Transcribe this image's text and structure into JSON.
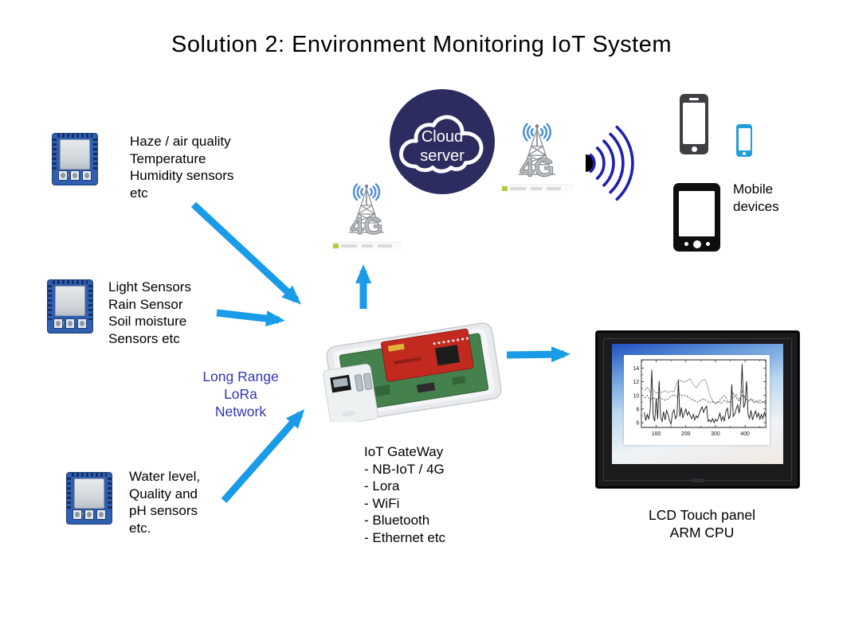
{
  "title": "Solution 2: Environment Monitoring IoT System",
  "colors": {
    "arrow_blue": "#1a9be8",
    "lora_text_blue": "#3434b8",
    "cloud_navy": "#2c2c60",
    "radio_arc_blue": "#1f1fb0",
    "phone_accent_blue": "#219fdb",
    "tower_signal_blue": "#4a90d9",
    "pcb_green": "#45814d",
    "daughterboard_red": "#c22a20",
    "sensor_pcb_blue": "#2f5fae"
  },
  "sensor_groups": [
    {
      "lines": [
        "Haze / air quality",
        "Temperature",
        "Humidity sensors",
        "etc"
      ]
    },
    {
      "lines": [
        "Light Sensors",
        "Rain Sensor",
        "Soil moisture",
        "Sensors etc"
      ]
    },
    {
      "lines": [
        "Water level,",
        "Quality and",
        "pH sensors",
        "etc."
      ]
    }
  ],
  "lora_network_label": {
    "lines": [
      "Long Range",
      "LoRa",
      "Network"
    ]
  },
  "cloud_server": {
    "lines": [
      "Cloud",
      "server"
    ]
  },
  "cellular_tower": {
    "label": "4G"
  },
  "mobile_devices_label": {
    "lines": [
      "Mobile",
      "devices"
    ]
  },
  "gateway_label": {
    "lines": [
      "IoT GateWay",
      "- NB-IoT / 4G",
      "- Lora",
      "- WiFi",
      "- Bluetooth",
      "- Ethernet etc"
    ]
  },
  "lcd_label": {
    "lines": [
      "LCD Touch panel",
      "ARM CPU"
    ]
  },
  "chart_data": {
    "type": "line",
    "title": "",
    "xlabel": "",
    "ylabel": "",
    "xlim": [
      50,
      470
    ],
    "ylim": [
      5.3,
      15.2
    ],
    "x_ticks": [
      100,
      200,
      300,
      400
    ],
    "x_minor_ticks": [
      50,
      150,
      250,
      350,
      450
    ],
    "y_ticks": [
      6,
      8,
      10,
      12,
      14
    ],
    "y_minor_ticks": [
      7,
      9,
      11,
      13,
      15
    ],
    "grid": false,
    "frame": "box",
    "legend": "none",
    "series": [
      {
        "name": "measurement-dark",
        "style": "solid",
        "color": "#1a1a1a",
        "width": 1.0,
        "points": [
          [
            60,
            7.5
          ],
          [
            65,
            6.3
          ],
          [
            70,
            7.2
          ],
          [
            75,
            6.5
          ],
          [
            80,
            8.0
          ],
          [
            85,
            13.7
          ],
          [
            90,
            7.0
          ],
          [
            95,
            6.2
          ],
          [
            100,
            9.5
          ],
          [
            105,
            6.5
          ],
          [
            110,
            12.1
          ],
          [
            115,
            6.8
          ],
          [
            120,
            6.2
          ],
          [
            125,
            7.6
          ],
          [
            130,
            6.4
          ],
          [
            135,
            7.8
          ],
          [
            140,
            7.2
          ],
          [
            145,
            6.3
          ],
          [
            150,
            5.8
          ],
          [
            155,
            7.4
          ],
          [
            160,
            7.9
          ],
          [
            165,
            6.6
          ],
          [
            170,
            7.0
          ],
          [
            175,
            12.2
          ],
          [
            180,
            6.9
          ],
          [
            185,
            8.2
          ],
          [
            190,
            6.7
          ],
          [
            195,
            7.4
          ],
          [
            200,
            8.0
          ],
          [
            205,
            7.1
          ],
          [
            210,
            7.6
          ],
          [
            215,
            7.0
          ],
          [
            220,
            6.6
          ],
          [
            225,
            7.2
          ],
          [
            230,
            6.4
          ],
          [
            235,
            7.0
          ],
          [
            240,
            6.7
          ],
          [
            245,
            7.3
          ],
          [
            250,
            7.9
          ],
          [
            255,
            8.3
          ],
          [
            260,
            7.5
          ],
          [
            265,
            8.1
          ],
          [
            270,
            8.4
          ],
          [
            275,
            6.2
          ],
          [
            280,
            6.4
          ],
          [
            285,
            6.1
          ],
          [
            290,
            6.6
          ],
          [
            295,
            6.0
          ],
          [
            300,
            6.5
          ],
          [
            305,
            6.2
          ],
          [
            310,
            6.7
          ],
          [
            315,
            7.4
          ],
          [
            320,
            6.3
          ],
          [
            325,
            6.9
          ],
          [
            330,
            6.2
          ],
          [
            335,
            7.6
          ],
          [
            340,
            8.1
          ],
          [
            345,
            6.6
          ],
          [
            350,
            7.0
          ],
          [
            355,
            11.6
          ],
          [
            360,
            6.9
          ],
          [
            365,
            7.3
          ],
          [
            370,
            8.0
          ],
          [
            375,
            8.6
          ],
          [
            380,
            7.4
          ],
          [
            385,
            9.0
          ],
          [
            390,
            14.6
          ],
          [
            395,
            8.2
          ],
          [
            400,
            8.8
          ],
          [
            405,
            12.1
          ],
          [
            410,
            7.2
          ],
          [
            415,
            6.6
          ],
          [
            420,
            7.8
          ],
          [
            425,
            6.4
          ],
          [
            430,
            7.1
          ],
          [
            435,
            7.7
          ],
          [
            440,
            6.8
          ],
          [
            445,
            7.4
          ],
          [
            450,
            6.5
          ],
          [
            455,
            7.2
          ],
          [
            460,
            6.6
          ],
          [
            465,
            7.5
          ],
          [
            470,
            6.9
          ]
        ]
      },
      {
        "name": "measurement-gray",
        "style": "solid",
        "color": "#909090",
        "width": 0.8,
        "points": [
          [
            60,
            10.6
          ],
          [
            70,
            11.2
          ],
          [
            80,
            10.4
          ],
          [
            90,
            10.8
          ],
          [
            100,
            10.3
          ],
          [
            110,
            10.6
          ],
          [
            120,
            10.4
          ],
          [
            130,
            10.7
          ],
          [
            140,
            10.4
          ],
          [
            150,
            10.6
          ],
          [
            160,
            10.5
          ],
          [
            170,
            11.8
          ],
          [
            175,
            12.3
          ],
          [
            185,
            12.1
          ],
          [
            195,
            11.9
          ],
          [
            205,
            12.2
          ],
          [
            215,
            12.4
          ],
          [
            225,
            11.6
          ],
          [
            235,
            11.1
          ],
          [
            245,
            11.7
          ],
          [
            255,
            12.2
          ],
          [
            265,
            12.3
          ],
          [
            270,
            11.8
          ],
          [
            280,
            10.2
          ],
          [
            290,
            9.2
          ],
          [
            300,
            8.9
          ],
          [
            310,
            9.1
          ],
          [
            320,
            8.8
          ],
          [
            330,
            9.3
          ],
          [
            340,
            8.9
          ],
          [
            350,
            9.1
          ],
          [
            360,
            9.6
          ],
          [
            370,
            10.2
          ],
          [
            380,
            9.2
          ],
          [
            390,
            10.6
          ],
          [
            400,
            9.6
          ],
          [
            410,
            9.1
          ],
          [
            420,
            9.4
          ],
          [
            430,
            8.9
          ],
          [
            440,
            9.3
          ],
          [
            450,
            8.8
          ],
          [
            460,
            9.1
          ],
          [
            470,
            8.6
          ]
        ]
      },
      {
        "name": "measurement-dashed",
        "style": "dashed",
        "color": "#3a3a3a",
        "width": 0.9,
        "points": [
          [
            60,
            9.6
          ],
          [
            70,
            10.0
          ],
          [
            80,
            9.2
          ],
          [
            90,
            9.7
          ],
          [
            100,
            9.4
          ],
          [
            110,
            9.7
          ],
          [
            120,
            9.5
          ],
          [
            130,
            9.3
          ],
          [
            140,
            9.5
          ],
          [
            150,
            9.9
          ],
          [
            160,
            10.1
          ],
          [
            170,
            9.8
          ],
          [
            180,
            10.2
          ],
          [
            190,
            9.9
          ],
          [
            200,
            10.0
          ],
          [
            210,
            9.7
          ],
          [
            220,
            9.4
          ],
          [
            230,
            9.2
          ],
          [
            240,
            9.0
          ],
          [
            250,
            9.3
          ],
          [
            260,
            9.5
          ],
          [
            270,
            9.2
          ],
          [
            280,
            8.9
          ],
          [
            290,
            9.1
          ],
          [
            300,
            8.8
          ],
          [
            310,
            9.0
          ],
          [
            320,
            9.6
          ],
          [
            330,
            10.0
          ],
          [
            340,
            9.3
          ],
          [
            350,
            9.0
          ],
          [
            360,
            10.3
          ],
          [
            370,
            9.6
          ],
          [
            380,
            9.2
          ],
          [
            390,
            10.0
          ],
          [
            400,
            9.6
          ],
          [
            410,
            9.1
          ],
          [
            420,
            9.5
          ],
          [
            430,
            9.2
          ],
          [
            440,
            8.9
          ],
          [
            450,
            9.3
          ],
          [
            460,
            9.0
          ],
          [
            470,
            9.2
          ]
        ]
      }
    ]
  }
}
